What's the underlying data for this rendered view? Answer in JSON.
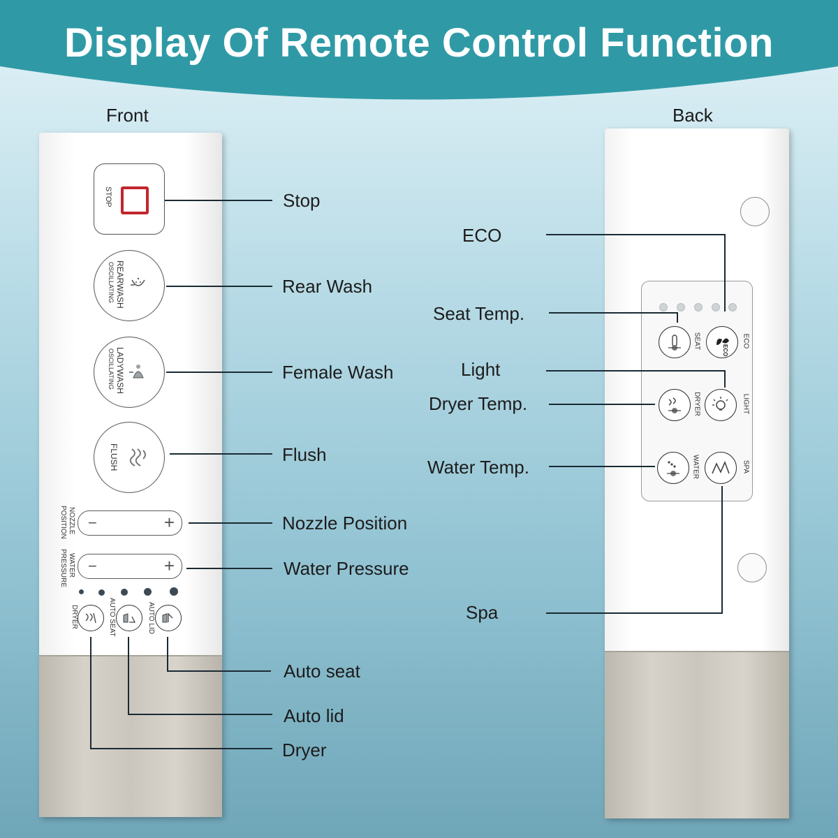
{
  "title": "Display Of Remote Control Function",
  "colors": {
    "banner": "#2f9aa6",
    "leader_line": "#1a2a33",
    "stop_red": "#c1272d"
  },
  "front": {
    "heading": "Front",
    "buttons": {
      "stop": "STOP",
      "rear_wash": [
        "REARWASH",
        "OSCILLATING"
      ],
      "lady_wash": [
        "LADYWASH",
        "OSCILLATING"
      ],
      "flush": "FLUSH",
      "nozzle": [
        "NOZZLE",
        "POSITION"
      ],
      "pressure": [
        "WATER",
        "PRESSURE"
      ],
      "dryer": "DRYER",
      "auto_seat": "AUTO SEAT",
      "auto_lid": "AUTO LID",
      "minus": "−",
      "plus": "+"
    },
    "callouts": {
      "stop": "Stop",
      "rear_wash": "Rear Wash",
      "female_wash": "Female Wash",
      "flush": "Flush",
      "nozzle": "Nozzle Position",
      "pressure": "Water Pressure",
      "auto_seat": "Auto seat",
      "auto_lid": "Auto lid",
      "dryer": "Dryer"
    }
  },
  "back": {
    "heading": "Back",
    "buttons": {
      "seat": "SEAT",
      "eco": "ECO",
      "eco_inner": "ECO",
      "dryer": "DRYER",
      "light": "LIGHT",
      "water": "WATER",
      "spa": "SPA"
    },
    "callouts": {
      "eco": "ECO",
      "seat_temp": "Seat Temp.",
      "light": "Light",
      "dryer_temp": "Dryer Temp.",
      "water_temp": "Water Temp.",
      "spa": "Spa"
    }
  }
}
